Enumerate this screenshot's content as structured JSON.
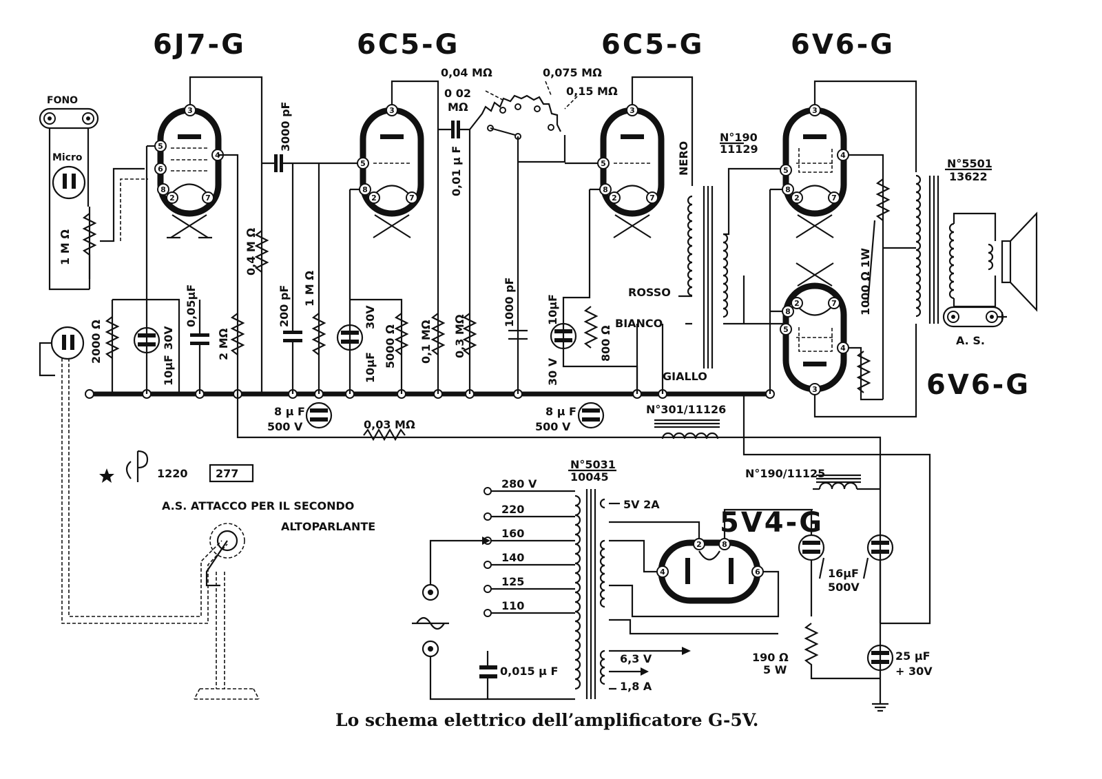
{
  "tubes": {
    "v1": "6J7-G",
    "v2": "6C5-G",
    "v3": "6C5-G",
    "v4": "6V6-G",
    "v5": "6V6-G",
    "rect": "5V4-G"
  },
  "inputs": {
    "fono": "FONO",
    "micro": "Micro"
  },
  "components": {
    "r_1m_pot": "1 M Ω",
    "r_2000": "2000 Ω",
    "c_10uf_30v_1": "30V",
    "c_10uf_30v_1b": "10µF",
    "c_005": "0,05µF",
    "r_2m": "2 MΩ",
    "r_04m": "0,4 M Ω",
    "c_3000pf": "3000 pF",
    "c_200pf": "200 pF",
    "r_1m": "1 M Ω",
    "c_10uf_30v_2": "30V",
    "c_10uf_30v_2b": "10µF",
    "r_5000": "5000 Ω",
    "r_01m": "0,1 MΩ",
    "r_03m": "0,3 MΩ",
    "sw_004": "0,04 MΩ",
    "sw_002a": "0 02",
    "sw_002b": "MΩ",
    "sw_0075": "0,075 MΩ",
    "sw_015": "0,15 MΩ",
    "c_001": "0,01 µ F",
    "c_1000pf": "1000 pF",
    "c_10uf_30v_3a": "10µF",
    "c_10uf_30v_3b": "30 V",
    "r_800": "800 Ω",
    "c_8uf_1a": "8 µ F",
    "c_8uf_1b": "500 V",
    "r_003m": "0,03 MΩ",
    "c_8uf_2a": "8 µ F",
    "c_8uf_2b": "500 V",
    "r_1000_1w": "1000 Ω  1W",
    "c_16uf_a": "16µF",
    "c_16uf_b": "500V",
    "c_25uf_a": "25 µF",
    "c_25uf_b": "+ 30V",
    "r_190a": "190 Ω",
    "r_190b": "5 W",
    "c_0015": "0,015 µ F"
  },
  "transformers": {
    "t_190_11129_a": "N°190",
    "t_190_11129_b": "11129",
    "t_5501_a": "N°5501",
    "t_5501_b": "13622",
    "t_301": "N°301/11126",
    "t_5031_a": "N°5031",
    "t_5031_b": "10045",
    "t_190_11125": "N°190/11125"
  },
  "wire_colors": {
    "nero": "NERO",
    "rosso": "ROSSO",
    "bianco": "BIANCO",
    "giallo": "GIALLO"
  },
  "mains_taps": [
    "280 V",
    "220",
    "160",
    "140",
    "125",
    "110"
  ],
  "heater": {
    "h5v": "5V    2A",
    "h63": "6,3 V",
    "h18": "1,8 A"
  },
  "speaker": {
    "as": "A. S."
  },
  "notes": {
    "patent": "1220",
    "patent_box": "277",
    "as_line1": "A.S.  ATTACCO PER IL SECONDO",
    "as_line2": "ALTOPARLANTE"
  },
  "caption": "Lo schema elettrico dell’amplificatore G-5V."
}
